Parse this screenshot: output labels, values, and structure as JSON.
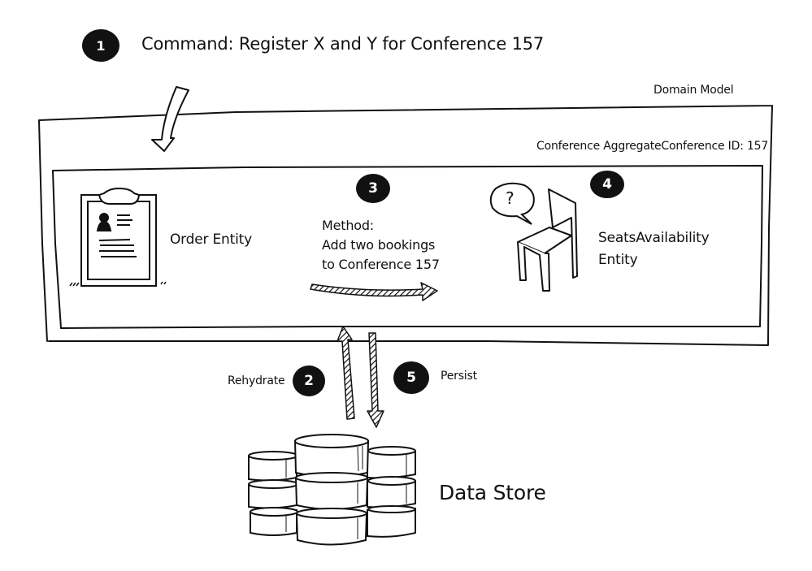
{
  "colors": {
    "ink": "#111111",
    "paper": "#ffffff",
    "badge_text": "#ffffff"
  },
  "steps": [
    {
      "number": "1",
      "label": "Command: Register X and Y for Conference 157"
    },
    {
      "number": "2",
      "label": "Rehydrate"
    },
    {
      "number": "3",
      "label_lines": [
        "Method:",
        "Add two bookings",
        "to Conference 157"
      ]
    },
    {
      "number": "4",
      "label_lines": [
        "SeatsAvailability",
        "Entity"
      ]
    },
    {
      "number": "5",
      "label": "Persist"
    }
  ],
  "domain_model": {
    "title": "Domain Model"
  },
  "aggregate": {
    "title": "Conference AggregateConference ID: 157"
  },
  "order_entity": {
    "label": "Order Entity",
    "icon": "clipboard-icon"
  },
  "seats_entity": {
    "icon": "chair-icon",
    "speech_bubble": "?"
  },
  "data_store": {
    "label": "Data Store",
    "icon": "database-icon"
  }
}
